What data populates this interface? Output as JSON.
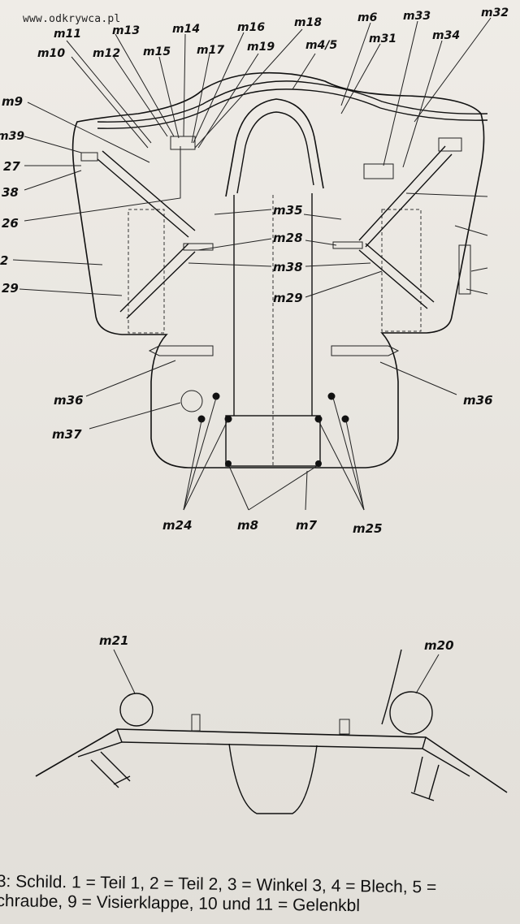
{
  "watermark": "www.odkrywca.pl",
  "figure_top_labels": {
    "m11": "m11",
    "m13": "m13",
    "m14": "m14",
    "m16": "m16",
    "m18": "m18",
    "m6": "m6",
    "m33": "m33",
    "m32": "m32",
    "m10": "m10",
    "m12": "m12",
    "m15": "m15",
    "m17": "m17",
    "m19": "m19",
    "m4_5": "m4/5",
    "m31": "m31",
    "m34": "m34"
  },
  "figure_left_labels": {
    "m9": "m9",
    "m39": "m39",
    "m27": "27",
    "m38": "38",
    "m26": "26",
    "m2": "2",
    "m29": "29"
  },
  "figure_center_labels": {
    "m35": "m35",
    "m28": "m28",
    "m38": "m38",
    "m29": "m29",
    "m36_left": "m36",
    "m36_right": "m36",
    "m37": "m37",
    "m24": "m24",
    "m8": "m8",
    "m7": "m7",
    "m25": "m25"
  },
  "figure_bottom_labels": {
    "m21": "m21",
    "m20": "m20"
  },
  "caption": {
    "line1": "3: Schild. 1 = Teil 1, 2 = Teil 2, 3 = Winkel 3, 4 = Blech, 5 =",
    "line2": "chraube, 9 = Visierklappe, 10 und 11 = Gelenkbl"
  }
}
